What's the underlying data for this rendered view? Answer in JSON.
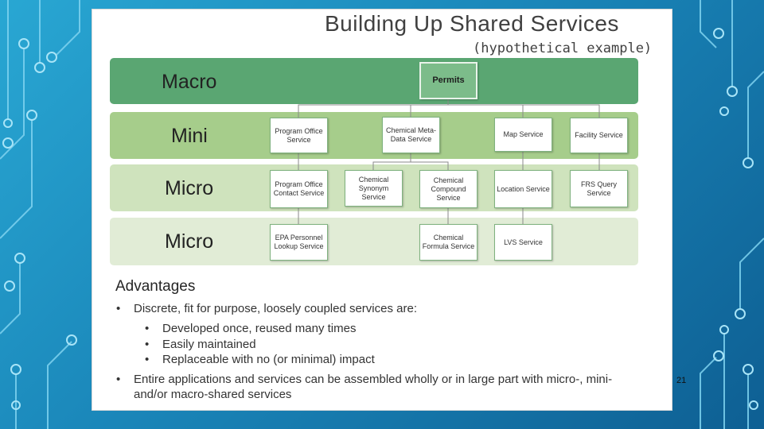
{
  "slide": {
    "title": "Building Up Shared Services",
    "subtitle": "(hypothetical example)",
    "page_number": "21"
  },
  "bands": [
    {
      "label": "Macro",
      "color": "#5aa672"
    },
    {
      "label": "Mini",
      "color": "#a6cd8b"
    },
    {
      "label": "Micro",
      "color": "#cfe3bd"
    },
    {
      "label": "Micro",
      "color": "#e1ecd6"
    }
  ],
  "services": {
    "permits": "Permits",
    "program_office": "Program Office Service",
    "chem_metadata": "Chemical Meta-Data Service",
    "map": "Map Service",
    "facility": "Facility Service",
    "program_office_contact": "Program Office Contact Service",
    "chem_synonym": "Chemical Synonym Service",
    "chem_compound": "Chemical Compound Service",
    "location": "Location Service",
    "frs_query": "FRS Query Service",
    "epa_personnel": "EPA Personnel Lookup Service",
    "chem_formula": "Chemical Formula Service",
    "lvs": "LVS Service"
  },
  "advantages": {
    "heading": "Advantages",
    "bullet1": "Discrete, fit for purpose, loosely coupled services are:",
    "sub": [
      "Developed once, reused many times",
      "Easily maintained",
      "Replaceable with no (or minimal) impact"
    ],
    "bullet2": "Entire applications and services can be assembled wholly or in large part with micro-, mini- and/or macro-shared services",
    "bullet_char": "•"
  },
  "colors": {
    "background": "#1a86b9",
    "connector": "#8a8a8a",
    "box_border": "#7fb27f"
  }
}
